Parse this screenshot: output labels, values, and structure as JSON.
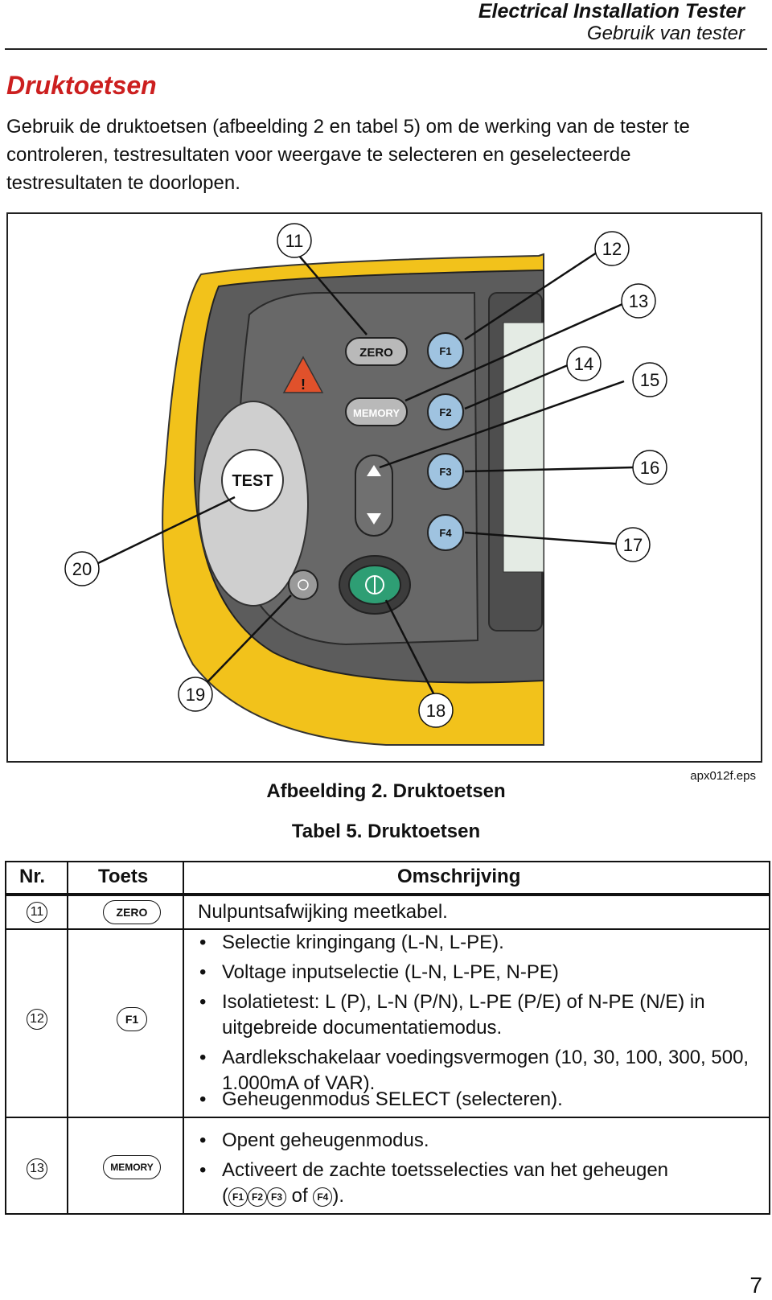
{
  "header": {
    "title": "Electrical Installation Tester",
    "subtitle": "Gebruik van tester"
  },
  "section": {
    "title": "Druktoetsen",
    "intro": "Gebruik de druktoetsen (afbeelding 2 en tabel 5) om de werking van de tester te controleren, testresultaten voor weergave te selecteren en geselecteerde testresultaten te doorlopen."
  },
  "figure": {
    "callouts": [
      "11",
      "12",
      "13",
      "14",
      "15",
      "16",
      "17",
      "18",
      "19",
      "20"
    ],
    "keys": {
      "zero": "ZERO",
      "memory": "MEMORY",
      "test": "TEST",
      "f1": "F1",
      "f2": "F2",
      "f3": "F3",
      "f4": "F4",
      "warning": "!"
    },
    "file": "apx012f.eps",
    "caption": "Afbeelding 2. Druktoetsen"
  },
  "table": {
    "caption": "Tabel 5. Druktoetsen",
    "headers": [
      "Nr.",
      "Toets",
      "Omschrijving"
    ],
    "rows": [
      {
        "num": "11",
        "key": "ZERO",
        "description": "Nulpuntsafwijking meetkabel."
      },
      {
        "num": "12",
        "key": "F1",
        "bullets": [
          "Selectie kringingang (L-N, L-PE).",
          "Voltage inputselectie (L-N, L-PE, N-PE)",
          "Isolatietest: L (P), L-N (P/N), L-PE (P/E) of N-PE (N/E) in uitgebreide documentatiemodus.",
          "Aardlekschakelaar voedingsvermogen (10, 30, 100, 300, 500, 1.000mA of VAR).",
          "Geheugenmodus SELECT (selecteren)."
        ]
      },
      {
        "num": "13",
        "key": "MEMORY",
        "bullets": [
          "Opent geheugenmodus.",
          "Activeert de zachte toetsselecties van het geheugen"
        ],
        "inline_keys": [
          "F1",
          "F2",
          "F3",
          "F4"
        ],
        "inline_of": "of",
        "open_paren": "(",
        "close_paren": ")."
      }
    ]
  },
  "page_number": "7",
  "colors": {
    "accent": "#cc1f1f",
    "holster": "#f2c21b",
    "panel": "#6b6b6b",
    "fkey": "#9fc3e0",
    "power": "#2e9e74"
  }
}
